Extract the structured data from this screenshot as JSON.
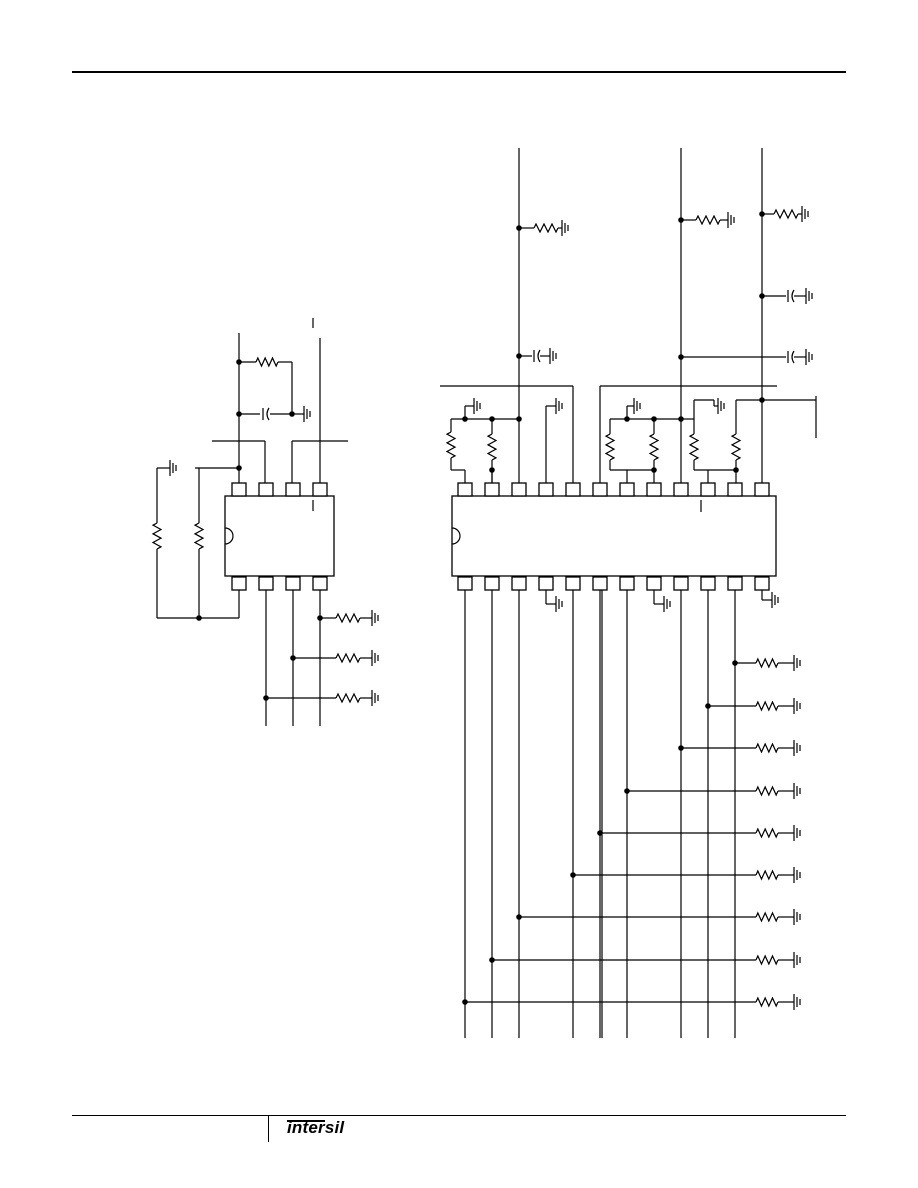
{
  "footer": {
    "logo_text": "intersil"
  },
  "diagram": {
    "title": "",
    "ic_small": {
      "pins": 8
    },
    "ic_large": {
      "pins": 24
    }
  },
  "colors": {
    "ink": "#000000",
    "paper": "#ffffff"
  }
}
